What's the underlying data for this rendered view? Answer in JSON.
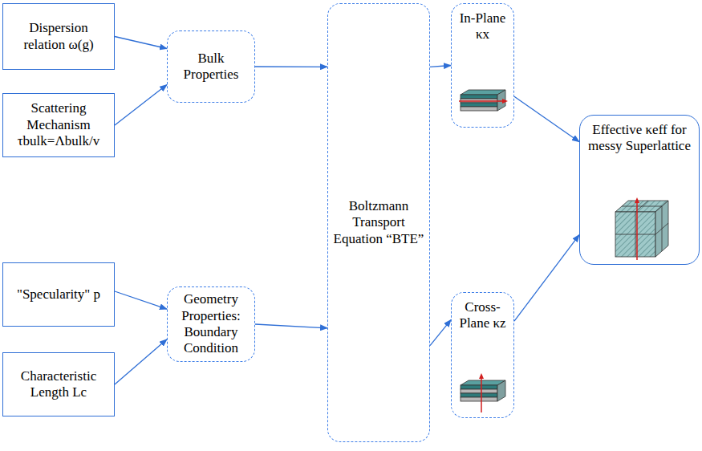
{
  "diagram": {
    "nodes": [
      {
        "text": [
          "Dispersion relation ω(g)"
        ]
      },
      {
        "text": [
          "Scattering Mechanism τbulk=Λbulk/v"
        ]
      },
      {
        "text": [
          "Bulk Properties"
        ]
      },
      {
        "text": [
          "\"Specularity\" p"
        ]
      },
      {
        "text": [
          "Characteristic Length Lc"
        ]
      },
      {
        "text": [
          "Geometry Properties: Boundary Condition"
        ]
      },
      {
        "text": [
          "Boltzmann Transport Equation “BTE”"
        ]
      },
      {
        "text": [
          "In-Plane κx"
        ]
      },
      {
        "text": [
          "Cross-Plane κz"
        ]
      },
      {
        "text": [
          "Effective κeff for messy Superlattice"
        ]
      }
    ],
    "edges": [
      {
        "from": 0,
        "to": 2,
        "arrow": "to"
      },
      {
        "from": 1,
        "to": 2,
        "arrow": "to"
      },
      {
        "from": 3,
        "to": 5,
        "arrow": "to"
      },
      {
        "from": 4,
        "to": 5,
        "arrow": "to"
      },
      {
        "from": 2,
        "to": 6,
        "arrow": "to"
      },
      {
        "from": 5,
        "to": 6,
        "arrow": "to"
      },
      {
        "from": 6,
        "to": 7,
        "arrow": "to"
      },
      {
        "from": 6,
        "to": 8,
        "arrow": "to"
      },
      {
        "from": 7,
        "to": 9,
        "arrow": "to"
      },
      {
        "from": 8,
        "to": 9,
        "arrow": "to"
      }
    ]
  }
}
